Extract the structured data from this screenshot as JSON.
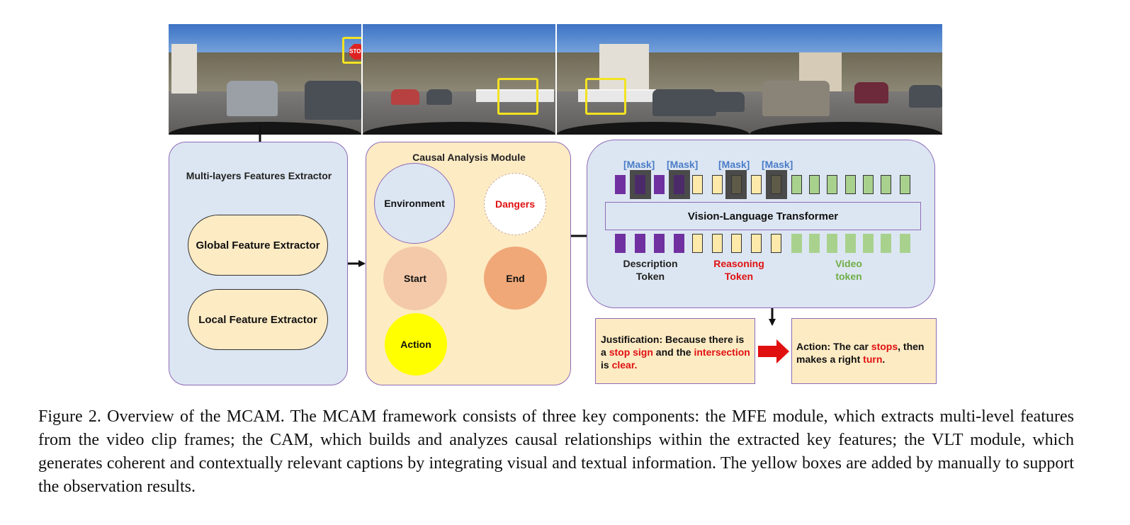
{
  "colors": {
    "panel_blue": "#dce6f2",
    "panel_orange": "#fdebc4",
    "border_purple": "#8e6ab8",
    "highlight_yellow": "#f3e321",
    "red": "#e01010",
    "mask_blue": "#4a7cc7",
    "token_purple": "#7030a0",
    "token_yellow": "#fde9a9",
    "token_green": "#a9d18e"
  },
  "frames": {
    "stop_sign_text": "STOP"
  },
  "mfe": {
    "title": "Multi-layers Features Extractor",
    "global": "Global Feature Extractor",
    "local": "Local Feature Extractor"
  },
  "cam": {
    "title": "Causal Analysis Module",
    "environment": "Environment",
    "dangers": "Dangers",
    "start": "Start",
    "end": "End",
    "action": "Action"
  },
  "vlt": {
    "mask": "[Mask]",
    "transformer": "Vision-Language Transformer",
    "description_token": "Description Token",
    "reasoning_token": "Reasoning Token",
    "video_token": "Video token"
  },
  "justification": {
    "p1": "Justification:  Because there is a ",
    "p2": "stop sign",
    "p3": " and the ",
    "p4": "intersection",
    "p5": " is ",
    "p6": "clear."
  },
  "action_box": {
    "p1": "Action: The car ",
    "p2": "stops",
    "p3": ", then makes a right ",
    "p4": "turn",
    "p5": "."
  },
  "caption": "Figure 2. Overview of the MCAM. The MCAM framework consists of three key components: the MFE module, which extracts multi-level features from the video clip frames; the CAM, which builds and analyzes causal relationships within the extracted key features; the VLT module, which generates coherent and contextually relevant captions by integrating visual and textual information. The yellow boxes are added by manually to support the observation results."
}
